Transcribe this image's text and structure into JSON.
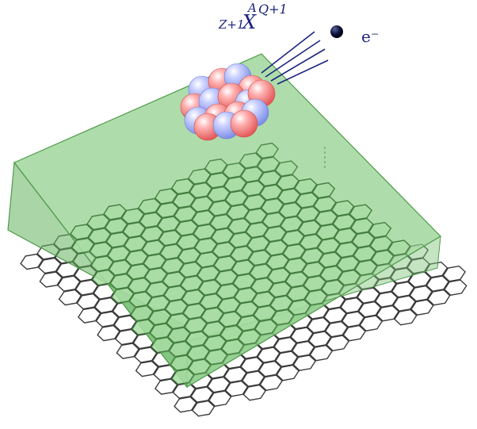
{
  "ion_label": {
    "subscript": "Z+1",
    "superscript": "A",
    "symbol": "X",
    "charge": "Q+1"
  },
  "electron_label": "e⁻",
  "colors": {
    "slab_fill": "#8fd08a",
    "slab_edge": "#4f9a4a",
    "proton": "#f08080",
    "neutron": "#9aa8f0",
    "electron": "#0b0f3a",
    "label": "#1a237e"
  }
}
